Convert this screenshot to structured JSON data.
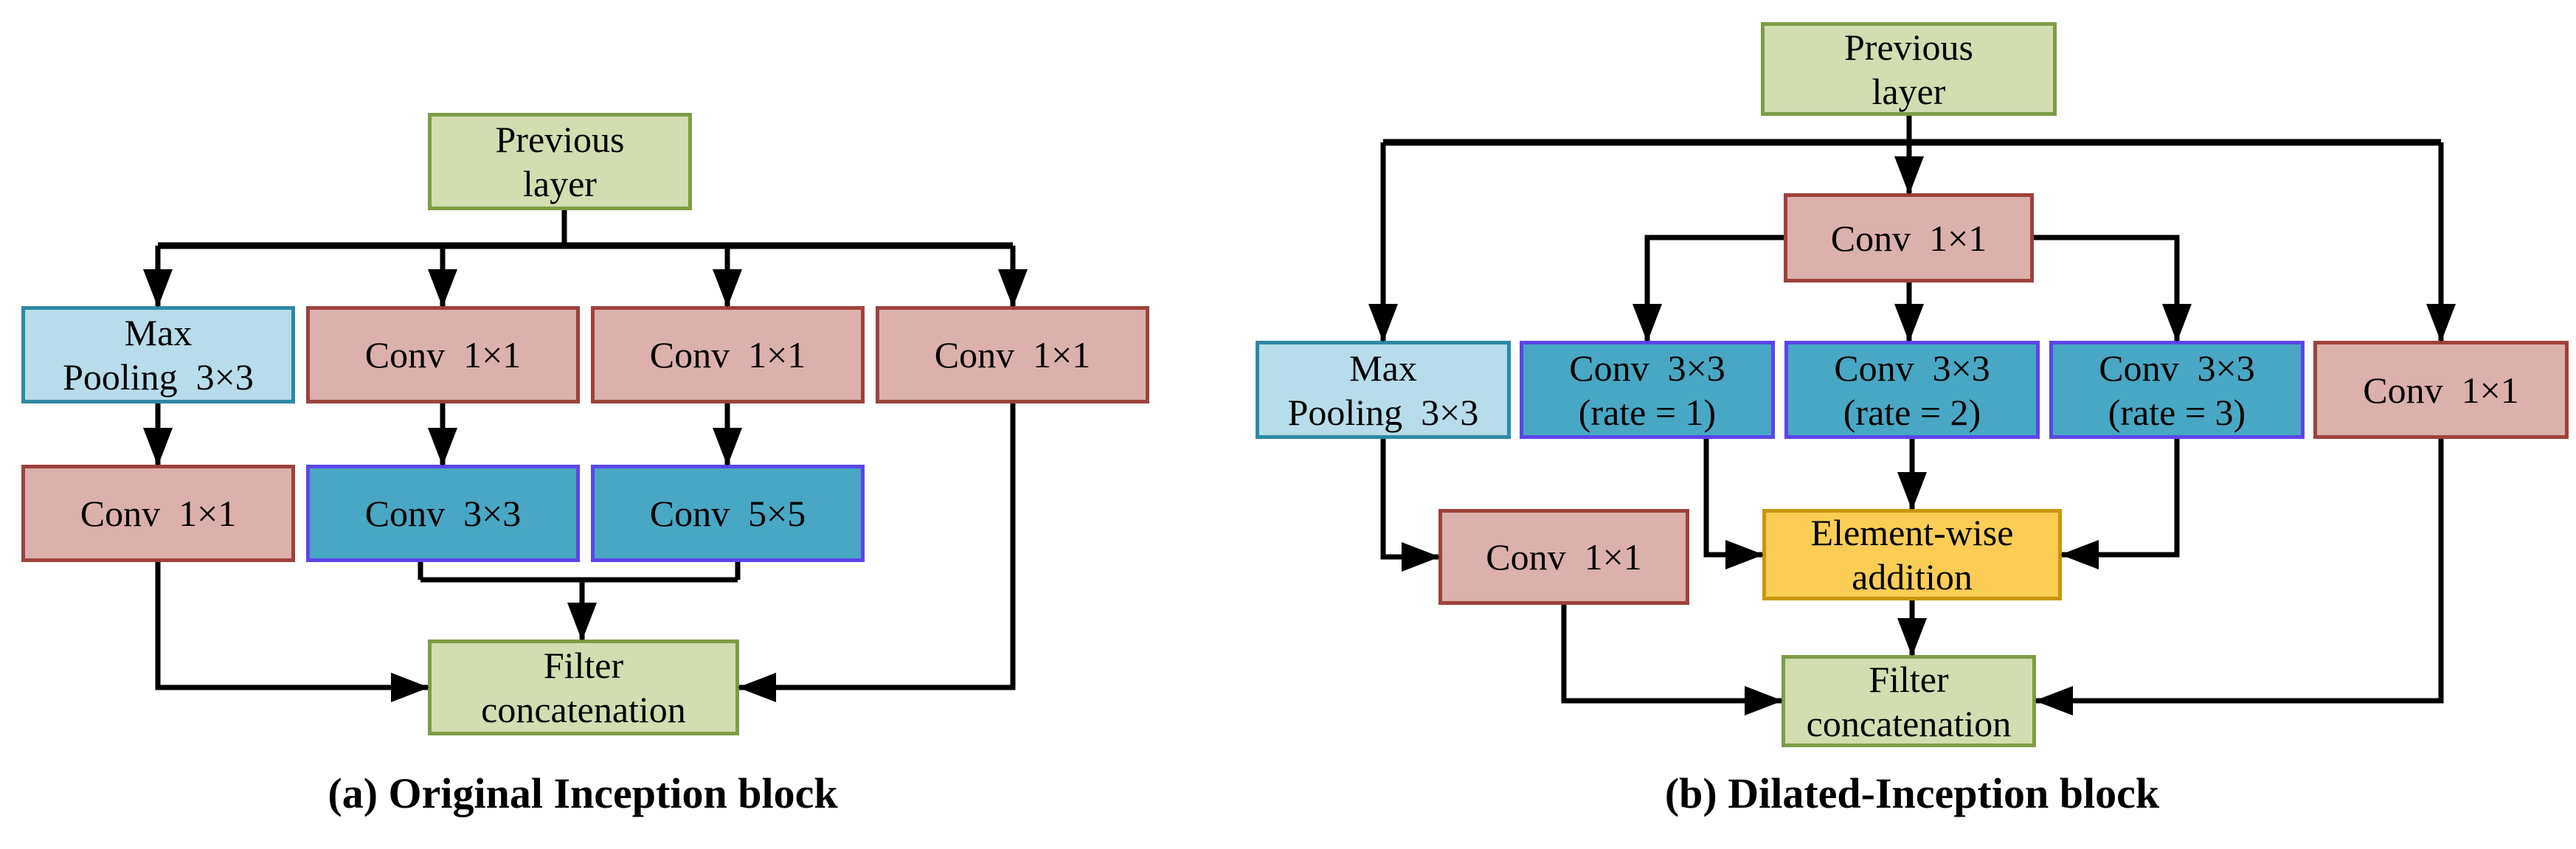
{
  "colors": {
    "green_fill": "#d2ddb0",
    "green_border": "#7e9c45",
    "lightblue_fill": "#b6dde9",
    "lightblue_border": "#2c89a4",
    "pink_fill": "#dcb0ac",
    "pink_border": "#9e413d",
    "teal_fill": "#48a7c4",
    "teal_border": "#5b46e8",
    "gold_fill": "#fbcd55",
    "gold_border": "#c9970b",
    "line": "#000000"
  },
  "diagram_a": {
    "caption": "(a) Original Inception block",
    "previous_layer": {
      "l1": "Previous",
      "l2": "layer"
    },
    "max_pooling": {
      "l1": "Max",
      "l2": "Pooling  3×3"
    },
    "conv1x1_branch2": {
      "l1": "Conv  1×1"
    },
    "conv1x1_branch3": {
      "l1": "Conv  1×1"
    },
    "conv1x1_branch4": {
      "l1": "Conv  1×1"
    },
    "conv1x1_after_pool": {
      "l1": "Conv  1×1"
    },
    "conv3x3": {
      "l1": "Conv  3×3"
    },
    "conv5x5": {
      "l1": "Conv  5×5"
    },
    "filter_concat": {
      "l1": "Filter",
      "l2": "concatenation"
    }
  },
  "diagram_b": {
    "caption": "(b) Dilated-Inception block",
    "previous_layer": {
      "l1": "Previous",
      "l2": "layer"
    },
    "conv1x1_top": {
      "l1": "Conv  1×1"
    },
    "max_pooling": {
      "l1": "Max",
      "l2": "Pooling  3×3"
    },
    "conv3x3_rate1": {
      "l1": "Conv  3×3",
      "l2": "(rate = 1)"
    },
    "conv3x3_rate2": {
      "l1": "Conv  3×3",
      "l2": "(rate = 2)"
    },
    "conv3x3_rate3": {
      "l1": "Conv  3×3",
      "l2": "(rate = 3)"
    },
    "conv1x1_left": {
      "l1": "Conv  1×1"
    },
    "element_wise_addition": {
      "l1": "Element-wise",
      "l2": "addition"
    },
    "conv1x1_right": {
      "l1": "Conv  1×1"
    },
    "filter_concat": {
      "l1": "Filter",
      "l2": "concatenation"
    }
  }
}
